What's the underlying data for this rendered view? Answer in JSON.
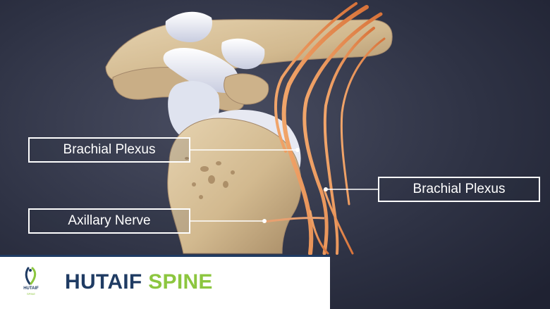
{
  "labels": {
    "brachial_left": "Brachial Plexus",
    "brachial_right": "Brachial Plexus",
    "axillary": "Axillary Nerve"
  },
  "brand": {
    "name_main": "HUTAIF",
    "name_accent": "SPINE",
    "logo_text": "HUTAIF",
    "logo_sub": "SPINE"
  },
  "colors": {
    "brand_blue": "#1f3b63",
    "brand_green": "#8cc63f",
    "background": "#2a2e40",
    "bone": "#d8c3a0",
    "nerve": "#e8894a",
    "ligament": "#e6e8f2"
  }
}
